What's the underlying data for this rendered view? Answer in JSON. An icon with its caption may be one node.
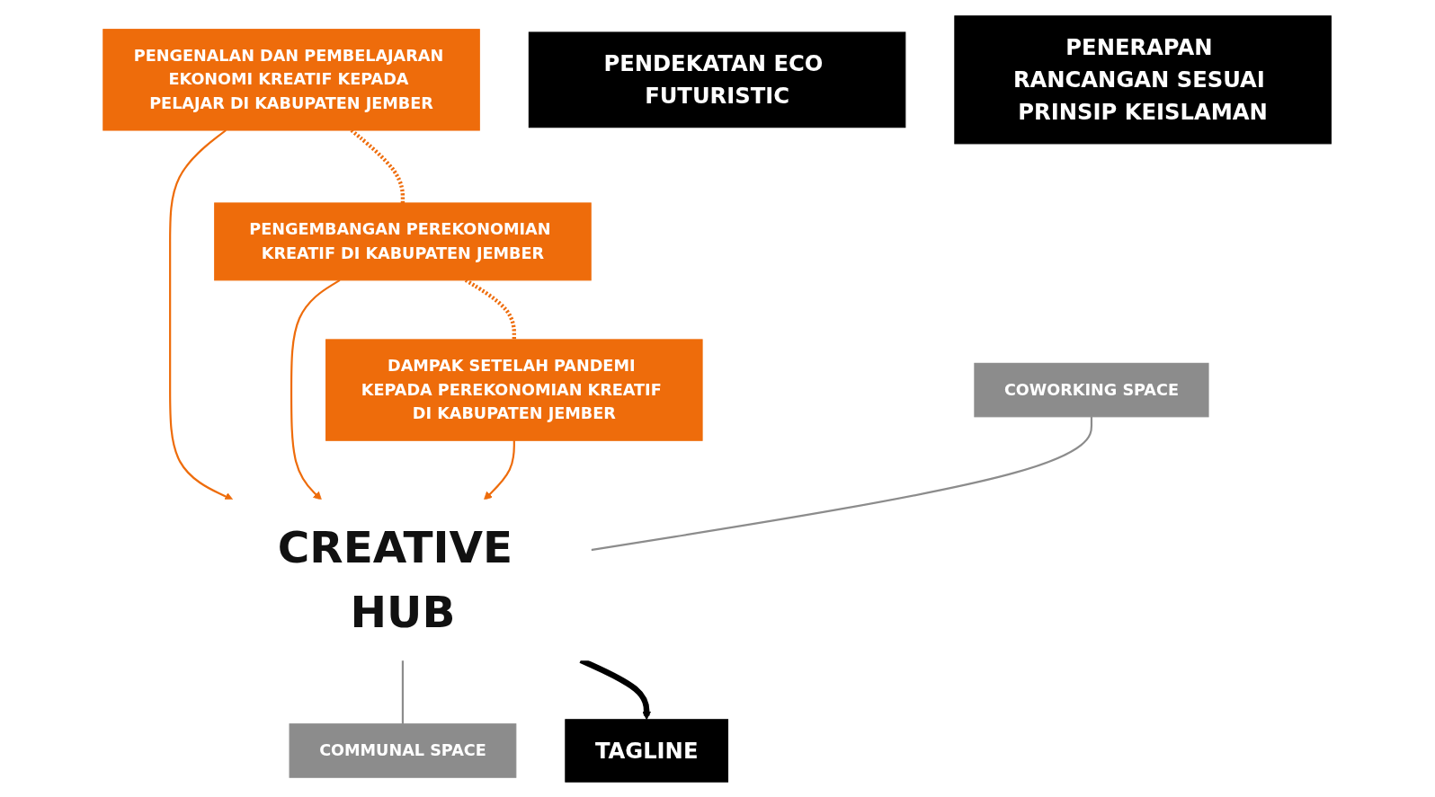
{
  "diagram": {
    "nodes": [
      {
        "text": [
          "PENGENALAN DAN PEMBELAJARAN EKONOMI KREATIF KEPADA PELAJAR DI KABUPATEN JEMBER"
        ]
      },
      {
        "text": [
          "PENGEMBANGAN PEREKONOMIAN KREATIF DI KABUPATEN JEMBER"
        ]
      },
      {
        "text": [
          "DAMPAK SETELAH PANDEMI KEPADA PEREKONOMIAN KREATIF DI KABUPATEN JEMBER"
        ]
      },
      {
        "text": [
          "COWORKING SPACE"
        ]
      },
      {
        "text": [
          "CREATIVE HUB"
        ]
      },
      {
        "text": [
          "COMMUNAL SPACE"
        ]
      },
      {
        "text": [
          "PENDEKATAN ECO FUTURISTIC"
        ]
      },
      {
        "text": [
          "TAGLINE"
        ]
      },
      {
        "text": [
          "PENERAPAN RANCANGAN SESUAI PRINSIP KEISLAMAN"
        ]
      }
    ],
    "edges": [
      {
        "from": 0,
        "to": 1,
        "arrow": "none",
        "style": "dashed"
      },
      {
        "from": 1,
        "to": 2,
        "arrow": "none",
        "style": "dashed"
      },
      {
        "from": 0,
        "to": 4,
        "arrow": "to"
      },
      {
        "from": 1,
        "to": 4,
        "arrow": "to"
      },
      {
        "from": 2,
        "to": 4,
        "arrow": "to"
      },
      {
        "from": 3,
        "to": 4,
        "arrow": "none",
        "color": "#8c8c8c"
      },
      {
        "from": 4,
        "to": 5,
        "arrow": "none",
        "color": "#8c8c8c"
      },
      {
        "from": 4,
        "to": 7,
        "arrow": "to",
        "style": "thick",
        "color": "#000000"
      }
    ]
  }
}
